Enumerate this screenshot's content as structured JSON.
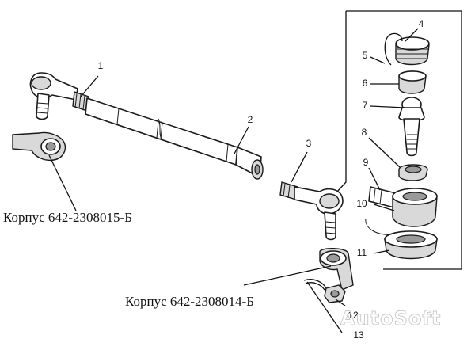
{
  "callouts": {
    "c1": "1",
    "c2": "2",
    "c3": "3",
    "c4": "4",
    "c5": "5",
    "c6": "6",
    "c7": "7",
    "c8": "8",
    "c9": "9",
    "c10": "10",
    "c11": "11",
    "c12": "12",
    "c13": "13"
  },
  "labels": {
    "body_left": "Корпус 642-2308015-Б",
    "body_right": "Корпус 642-2308014-Б"
  },
  "watermark": "AutoSoft"
}
